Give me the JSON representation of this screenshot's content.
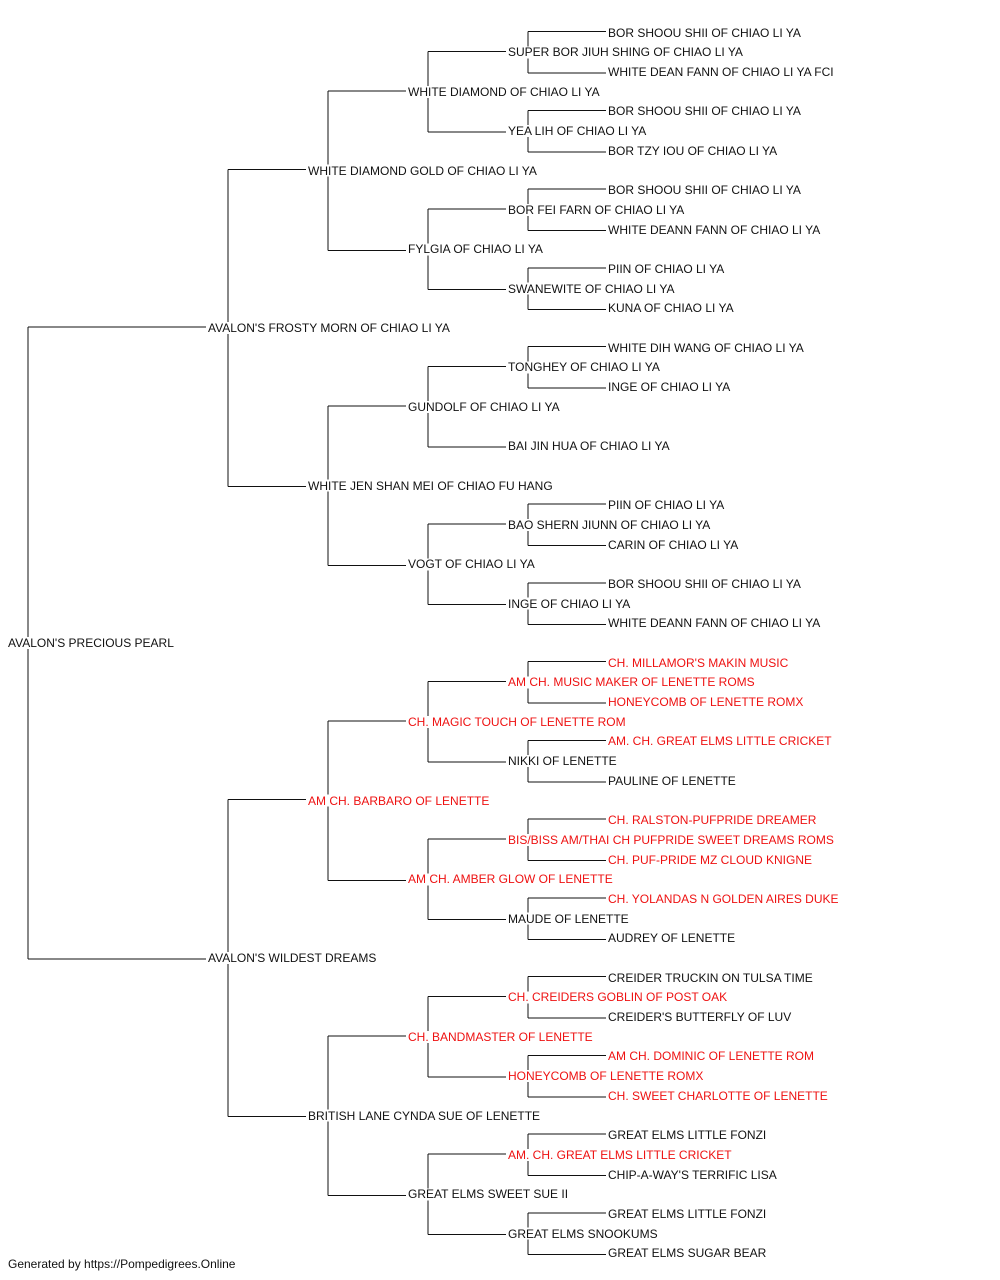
{
  "colors": {
    "champion": "#ee1111",
    "normal": "#111111",
    "line": "#111111"
  },
  "pedigree": {
    "name": "AVALON'S PRECIOUS PEARL",
    "red": false,
    "sire": {
      "name": "AVALON'S FROSTY MORN OF CHIAO LI YA",
      "red": false,
      "sire": {
        "name": "WHITE DIAMOND GOLD OF CHIAO LI YA",
        "red": false,
        "sire": {
          "name": "WHITE DIAMOND OF CHIAO LI YA",
          "red": false,
          "sire": {
            "name": "SUPER BOR JIUH SHING OF CHIAO LI YA",
            "red": false,
            "sire": {
              "name": "BOR SHOOU SHII OF CHIAO LI YA",
              "red": false
            },
            "dam": {
              "name": "WHITE DEAN FANN OF CHIAO LI YA FCI",
              "red": false
            }
          },
          "dam": {
            "name": "YEA LIH OF CHIAO LI YA",
            "red": false,
            "sire": {
              "name": "BOR SHOOU SHII OF CHIAO LI YA",
              "red": false
            },
            "dam": {
              "name": "BOR TZY IOU OF CHIAO LI YA",
              "red": false
            }
          }
        },
        "dam": {
          "name": "FYLGIA OF CHIAO LI YA",
          "red": false,
          "sire": {
            "name": "BOR FEI FARN OF CHIAO LI YA",
            "red": false,
            "sire": {
              "name": "BOR SHOOU SHII OF CHIAO LI YA",
              "red": false
            },
            "dam": {
              "name": "WHITE DEANN FANN OF CHIAO LI YA",
              "red": false
            }
          },
          "dam": {
            "name": "SWANEWITE OF CHIAO LI YA",
            "red": false,
            "sire": {
              "name": "PIIN OF CHIAO LI YA",
              "red": false
            },
            "dam": {
              "name": "KUNA OF CHIAO LI YA",
              "red": false
            }
          }
        }
      },
      "dam": {
        "name": "WHITE JEN SHAN MEI OF CHIAO FU HANG",
        "red": false,
        "sire": {
          "name": "GUNDOLF OF CHIAO LI YA",
          "red": false,
          "sire": {
            "name": "TONGHEY OF CHIAO LI YA",
            "red": false,
            "sire": {
              "name": "WHITE DIH WANG OF CHIAO LI YA",
              "red": false
            },
            "dam": {
              "name": "INGE OF CHIAO LI YA",
              "red": false
            }
          },
          "dam": {
            "name": "BAI JIN HUA OF CHIAO LI YA",
            "red": false
          }
        },
        "dam": {
          "name": "VOGT OF CHIAO LI YA",
          "red": false,
          "sire": {
            "name": "BAO SHERN JIUNN OF CHIAO LI YA",
            "red": false,
            "sire": {
              "name": "PIIN OF CHIAO LI YA",
              "red": false
            },
            "dam": {
              "name": "CARIN OF CHIAO LI YA",
              "red": false
            }
          },
          "dam": {
            "name": "INGE OF CHIAO LI YA",
            "red": false,
            "sire": {
              "name": "BOR SHOOU SHII OF CHIAO LI YA",
              "red": false
            },
            "dam": {
              "name": "WHITE DEANN FANN OF CHIAO LI YA",
              "red": false
            }
          }
        }
      }
    },
    "dam": {
      "name": "AVALON'S WILDEST DREAMS",
      "red": false,
      "sire": {
        "name": "AM CH. BARBARO OF LENETTE",
        "red": true,
        "sire": {
          "name": "CH. MAGIC TOUCH OF LENETTE ROM",
          "red": true,
          "sire": {
            "name": "AM CH. MUSIC MAKER OF LENETTE ROMS",
            "red": true,
            "sire": {
              "name": "CH. MILLAMOR'S MAKIN MUSIC",
              "red": true
            },
            "dam": {
              "name": "HONEYCOMB OF LENETTE ROMX",
              "red": true
            }
          },
          "dam": {
            "name": "NIKKI OF LENETTE",
            "red": false,
            "sire": {
              "name": "AM. CH. GREAT ELMS LITTLE CRICKET",
              "red": true
            },
            "dam": {
              "name": "PAULINE OF LENETTE",
              "red": false
            }
          }
        },
        "dam": {
          "name": "AM CH. AMBER GLOW OF LENETTE",
          "red": true,
          "sire": {
            "name": "BIS/BISS AM/THAI CH PUFPRIDE SWEET DREAMS ROMS",
            "red": true,
            "sire": {
              "name": "CH. RALSTON-PUFPRIDE DREAMER",
              "red": true
            },
            "dam": {
              "name": "CH. PUF-PRIDE MZ CLOUD KNIGNE",
              "red": true
            }
          },
          "dam": {
            "name": "MAUDE OF LENETTE",
            "red": false,
            "sire": {
              "name": "CH. YOLANDAS N GOLDEN AIRES DUKE",
              "red": true
            },
            "dam": {
              "name": "AUDREY OF LENETTE",
              "red": false
            }
          }
        }
      },
      "dam": {
        "name": "BRITISH LANE CYNDA SUE OF LENETTE",
        "red": false,
        "sire": {
          "name": "CH. BANDMASTER OF LENETTE",
          "red": true,
          "sire": {
            "name": "CH. CREIDERS GOBLIN OF POST OAK",
            "red": true,
            "sire": {
              "name": "CREIDER TRUCKIN ON TULSA TIME",
              "red": false
            },
            "dam": {
              "name": "CREIDER'S BUTTERFLY OF LUV",
              "red": false
            }
          },
          "dam": {
            "name": "HONEYCOMB OF LENETTE ROMX",
            "red": true,
            "sire": {
              "name": "AM CH. DOMINIC OF LENETTE ROM",
              "red": true
            },
            "dam": {
              "name": "CH. SWEET CHARLOTTE OF LENETTE",
              "red": true
            }
          }
        },
        "dam": {
          "name": "GREAT ELMS SWEET SUE II",
          "red": false,
          "sire": {
            "name": "AM. CH. GREAT ELMS LITTLE CRICKET",
            "red": true,
            "sire": {
              "name": "GREAT ELMS LITTLE FONZI",
              "red": false
            },
            "dam": {
              "name": "CHIP-A-WAY'S TERRIFIC LISA",
              "red": false
            }
          },
          "dam": {
            "name": "GREAT ELMS SNOOKUMS",
            "red": false,
            "sire": {
              "name": "GREAT ELMS LITTLE FONZI",
              "red": false
            },
            "dam": {
              "name": "GREAT ELMS SUGAR BEAR",
              "red": false
            }
          }
        }
      }
    }
  },
  "footer": "Generated by https://Pompedigrees.Online"
}
